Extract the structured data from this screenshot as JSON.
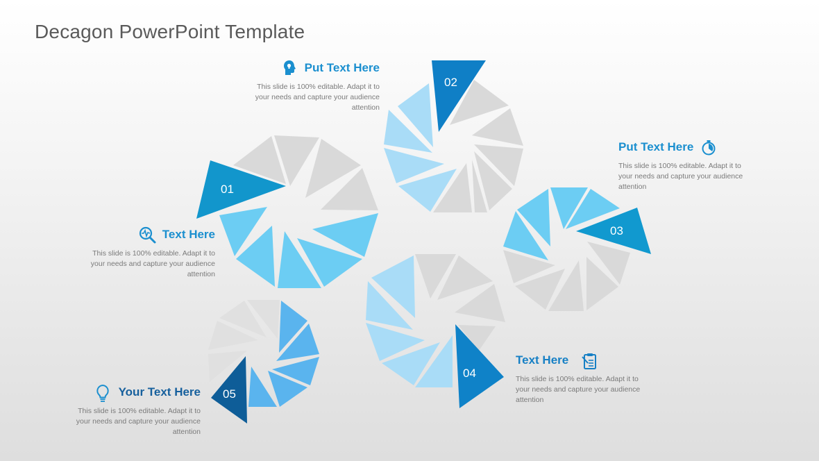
{
  "slide": {
    "title": "Decagon PowerPoint Template"
  },
  "colors": {
    "grey": "#d9d9d9",
    "light_blue": "#a9dcf7",
    "sky_blue": "#6ccdf3",
    "mid_blue": "#5ab4ee",
    "accent_01": "#1296cc",
    "accent_02": "#0f7fc6",
    "accent_03": "#1199cf",
    "accent_04": "#0f82c8",
    "accent_05": "#0e5d98",
    "heading_blue": "#1b8fcf",
    "heading_dark": "#17609d"
  },
  "steps": [
    {
      "number": "01",
      "heading": "Text Here",
      "icon": "magnifier-pulse-icon",
      "description": "This slide is 100% editable. Adapt it to your needs and capture your audience attention"
    },
    {
      "number": "02",
      "heading": "Put Text Here",
      "icon": "head-lightbulb-icon",
      "description": "This slide is 100% editable. Adapt it to your needs and capture your audience attention"
    },
    {
      "number": "03",
      "heading": "Put Text Here",
      "icon": "stopwatch-icon",
      "description": "This slide is 100% editable. Adapt it to your needs and capture your audience attention"
    },
    {
      "number": "04",
      "heading": "Text Here",
      "icon": "clipboard-pen-icon",
      "description": "This slide is 100% editable. Adapt it to your needs and capture your audience attention"
    },
    {
      "number": "05",
      "heading": "Your Text Here",
      "icon": "lightbulb-icon",
      "description": "This slide is 100% editable. Adapt it to your needs and capture your audience attention"
    }
  ]
}
